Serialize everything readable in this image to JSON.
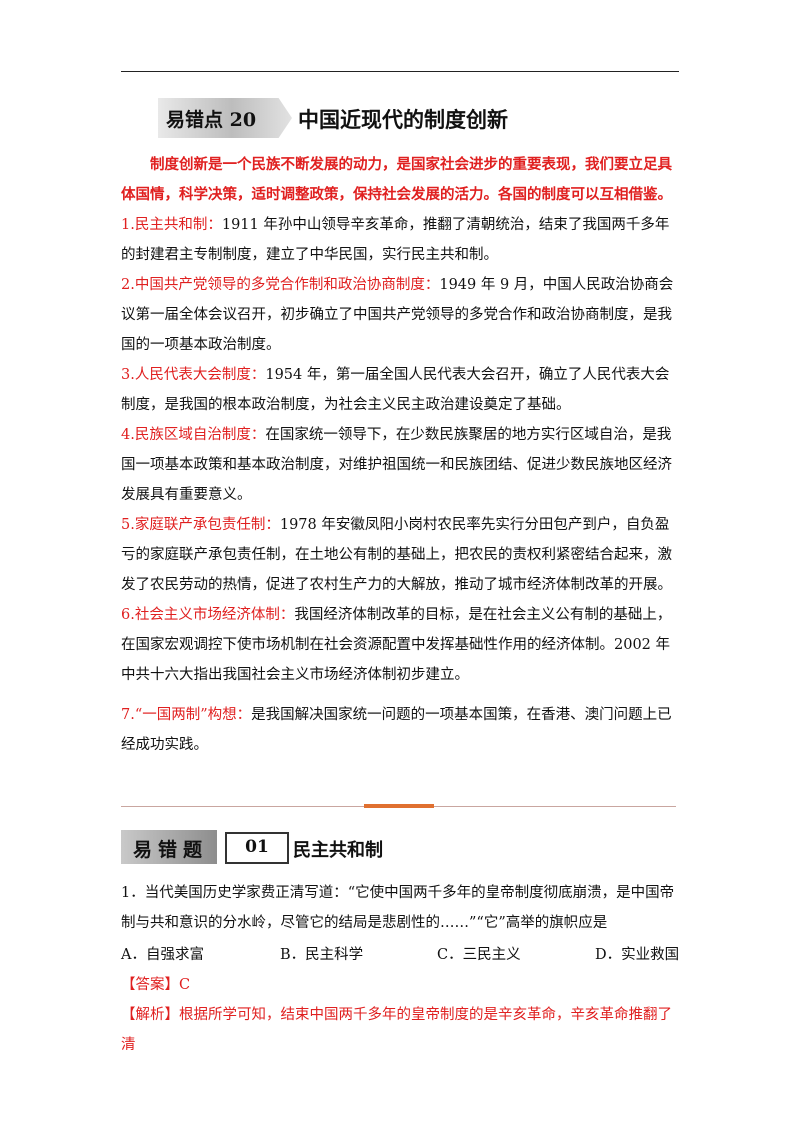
{
  "section": {
    "badge": "易错点 20",
    "title": "中国近现代的制度创新",
    "intro": "制度创新是一个民族不断发展的动力，是国家社会进步的重要表现，我们要立足具体国情，科学决策，适时调整政策，保持社会发展的活力。各国的制度可以互相借鉴。",
    "items": [
      {
        "term": "1.民主共和制：",
        "text": "1911 年孙中山领导辛亥革命，推翻了清朝统治，结束了我国两千多年的封建君主专制制度，建立了中华民国，实行民主共和制。"
      },
      {
        "term": "2.中国共产党领导的多党合作制和政治协商制度：",
        "text": "1949 年 9 月，中国人民政治协商会议第一届全体会议召开，初步确立了中国共产党领导的多党合作和政治协商制度，是我国的一项基本政治制度。"
      },
      {
        "term": "3.人民代表大会制度：",
        "text": "1954 年，第一届全国人民代表大会召开，确立了人民代表大会制度，是我国的根本政治制度，为社会主义民主政治建设奠定了基础。"
      },
      {
        "term": "4.民族区域自治制度：",
        "text": "在国家统一领导下，在少数民族聚居的地方实行区域自治，是我国一项基本政策和基本政治制度，对维护祖国统一和民族团结、促进少数民族地区经济发展具有重要意义。"
      },
      {
        "term": "5.家庭联产承包责任制：",
        "text": "1978 年安徽凤阳小岗村农民率先实行分田包产到户，自负盈亏的家庭联产承包责任制，在土地公有制的基础上，把农民的责权利紧密结合起来，激发了农民劳动的热情，促进了农村生产力的大解放，推动了城市经济体制改革的开展。"
      },
      {
        "term": "6.社会主义市场经济体制：",
        "text": "我国经济体制改革的目标，是在社会主义公有制的基础上，在国家宏观调控下使市场机制在社会资源配置中发挥基础性作用的经济体制。2002 年中共十六大指出我国社会主义市场经济体制初步建立。"
      },
      {
        "term": "7.“一国两制”构想：",
        "text": "是我国解决国家统一问题的一项基本国策，在香港、澳门问题上已经成功实践。"
      }
    ]
  },
  "question_block": {
    "tag": "易错题",
    "number": "01",
    "title": "民主共和制",
    "question": "1．当代美国历史学家费正清写道：“它使中国两千多年的皇帝制度彻底崩溃，是中国帝制与共和意识的分水岭，尽管它的结局是悲剧性的……”“它”高举的旗帜应是",
    "options": [
      "A．自强求富",
      "B．民主科学",
      "C．三民主义",
      "D．实业救国"
    ],
    "answer": "【答案】C",
    "analysis": "【解析】根据所学可知，结束中国两千多年的皇帝制度的是辛亥革命，辛亥革命推翻了清"
  },
  "colors": {
    "accent_red": "#e02020",
    "divider_accent": "#e07030"
  }
}
